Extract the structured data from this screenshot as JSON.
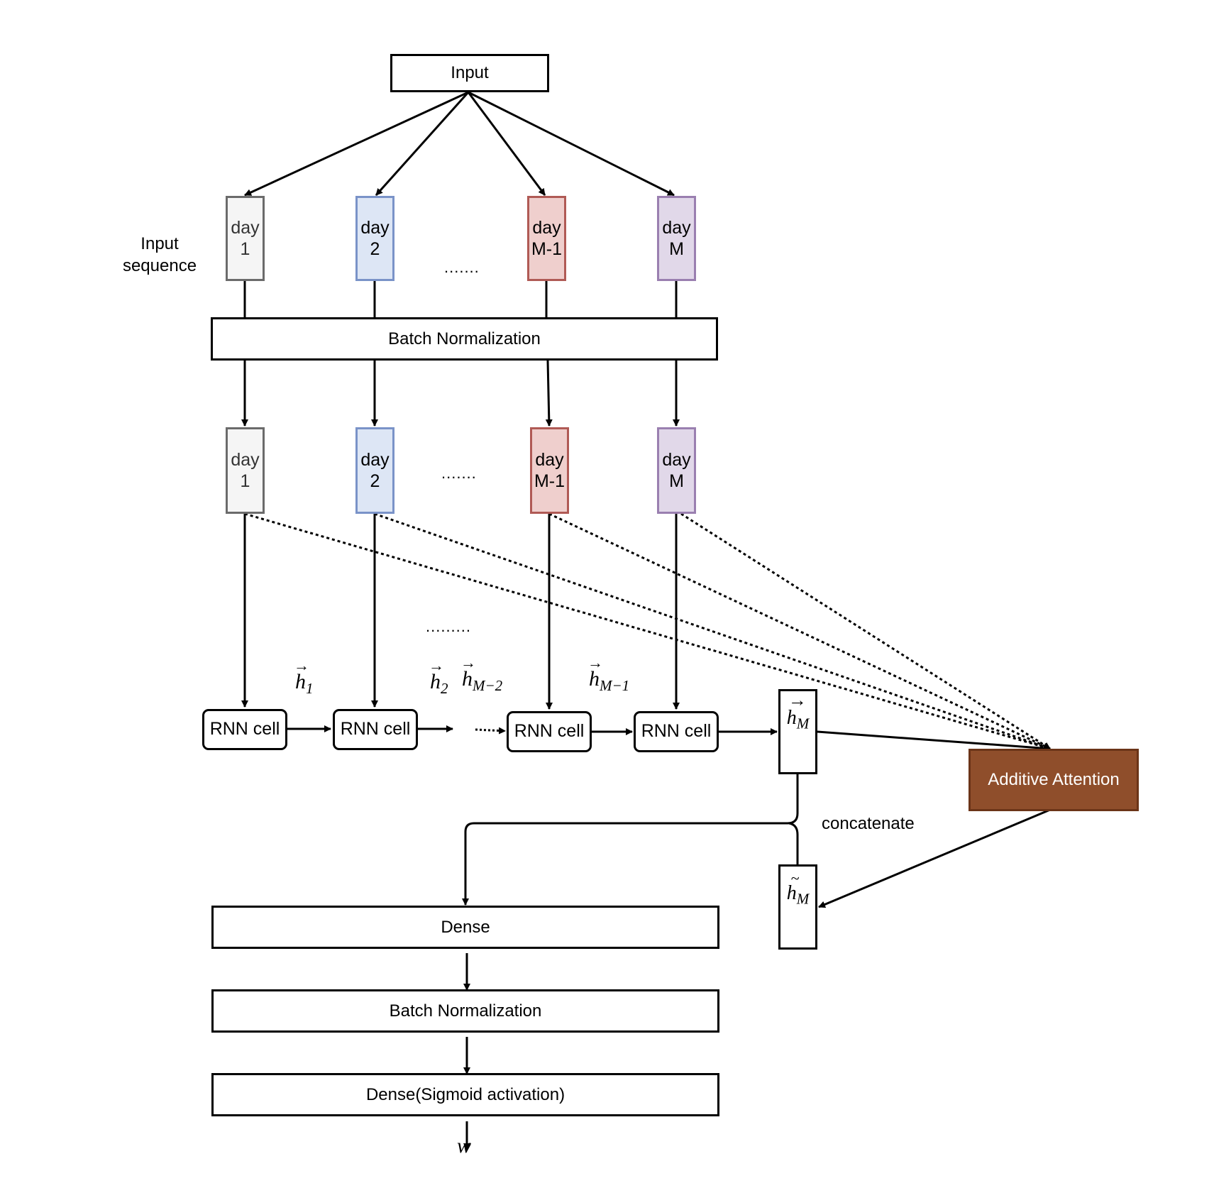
{
  "input_label": "Input",
  "input_sequence_label": "Input\nsequence",
  "days_top": [
    {
      "line1": "day",
      "line2": "1"
    },
    {
      "line1": "day",
      "line2": "2"
    },
    {
      "line1": "day",
      "line2": "M-1"
    },
    {
      "line1": "day",
      "line2": "M"
    }
  ],
  "days_bottom": [
    {
      "line1": "day",
      "line2": "1"
    },
    {
      "line1": "day",
      "line2": "2"
    },
    {
      "line1": "day",
      "line2": "M-1"
    },
    {
      "line1": "day",
      "line2": "M"
    }
  ],
  "ellipsis_top": ".......",
  "ellipsis_middle": ".......",
  "ellipsis_lower": ".........",
  "batch_norm_top": "Batch Normalization",
  "rnn_cells": [
    "RNN cell",
    "RNN cell",
    "RNN cell",
    "RNN cell"
  ],
  "hidden_states": {
    "h1": {
      "base": "h",
      "sub": "1"
    },
    "h2": {
      "base": "h",
      "sub": "2"
    },
    "hM2": {
      "base": "h",
      "sub": "M−2"
    },
    "hM1": {
      "base": "h",
      "sub": "M−1"
    }
  },
  "h_final": {
    "base": "h",
    "sub": "M"
  },
  "h_tilde": {
    "base": "h",
    "sub": "M"
  },
  "attention_label": "Additive Attention",
  "concatenate_label": "concatenate",
  "dense_label": "Dense",
  "batch_norm_bottom": "Batch Normalization",
  "dense_sigmoid_label": "Dense(Sigmoid activation)",
  "output_label": "w",
  "colors": {
    "day1_border": "#6b6b6b",
    "day2_border": "#7a93c8",
    "dayM1_border": "#b05a55",
    "dayM_border": "#9a7fb0",
    "attention_fill": "#8f4e2b"
  }
}
